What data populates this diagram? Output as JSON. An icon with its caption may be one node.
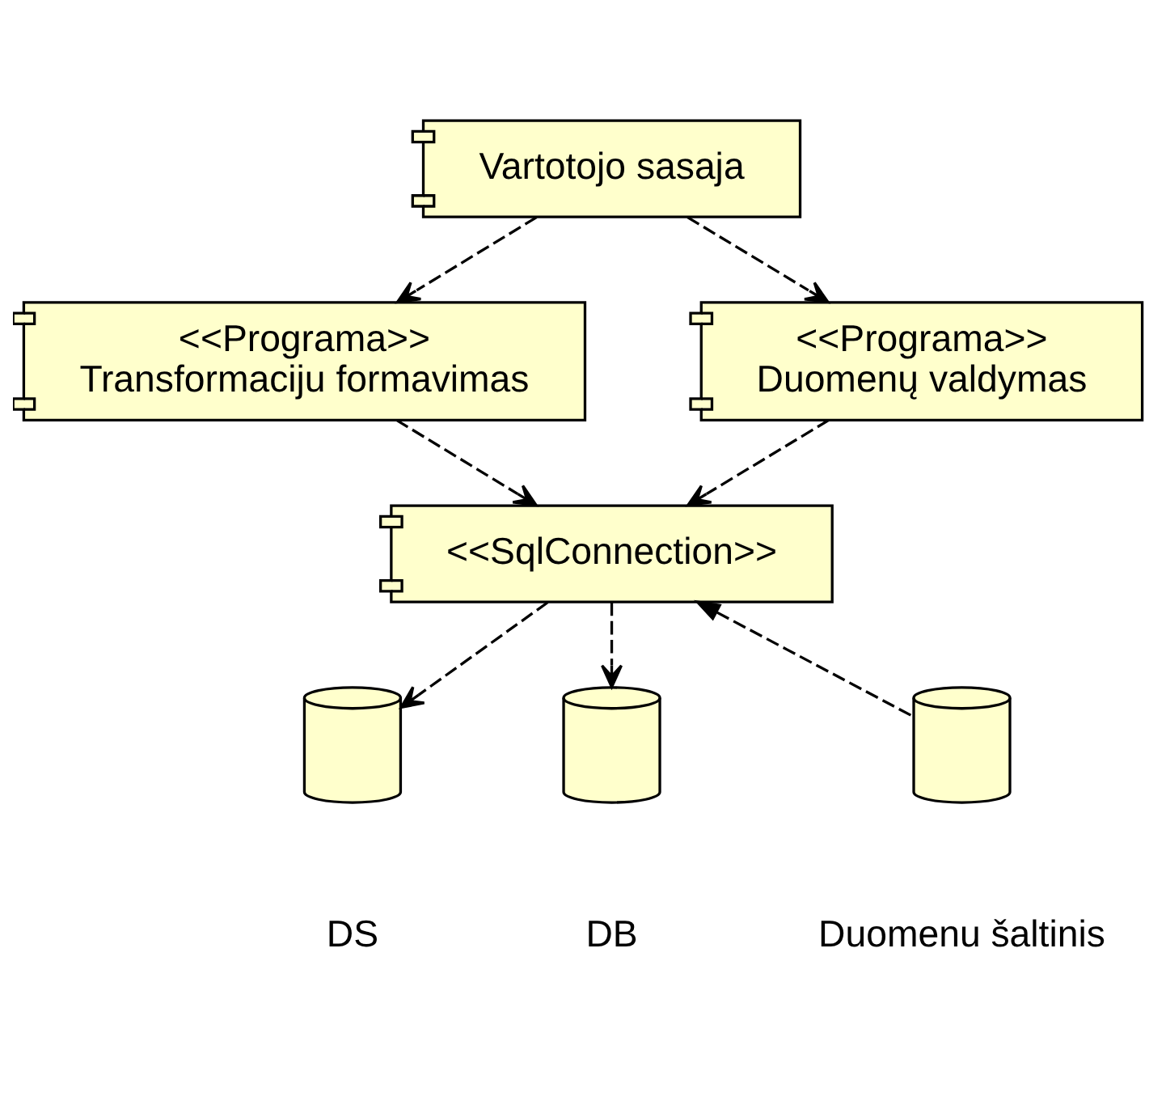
{
  "diagram": {
    "nodes": [
      {
        "text": [
          "Vartotojo sasaja"
        ]
      },
      {
        "text": [
          "<<Programa>>",
          "Transformaciju formavimas"
        ]
      },
      {
        "text": [
          "<<Programa>>",
          "Duomenų valdymas"
        ]
      },
      {
        "text": [
          "<<SqlConnection>>"
        ]
      },
      {
        "text": [],
        "shape": "cylinder",
        "beside": [
          "DS"
        ]
      },
      {
        "text": [],
        "shape": "cylinder",
        "beside": [
          "DB"
        ]
      },
      {
        "text": [],
        "shape": "cylinder",
        "beside": [
          "Duomenu šaltinis"
        ]
      }
    ],
    "edges": [
      {
        "from": 0,
        "to": 1,
        "arrow": "to",
        "style": "dashed"
      },
      {
        "from": 0,
        "to": 2,
        "arrow": "to",
        "style": "dashed"
      },
      {
        "from": 1,
        "to": 3,
        "arrow": "to",
        "style": "dashed"
      },
      {
        "from": 2,
        "to": 3,
        "arrow": "to",
        "style": "dashed"
      },
      {
        "from": 3,
        "to": 4,
        "arrow": "to",
        "style": "dashed"
      },
      {
        "from": 3,
        "to": 5,
        "arrow": "to",
        "style": "dashed"
      },
      {
        "from": 6,
        "to": 3,
        "arrow": "to",
        "style": "dashed"
      }
    ]
  }
}
